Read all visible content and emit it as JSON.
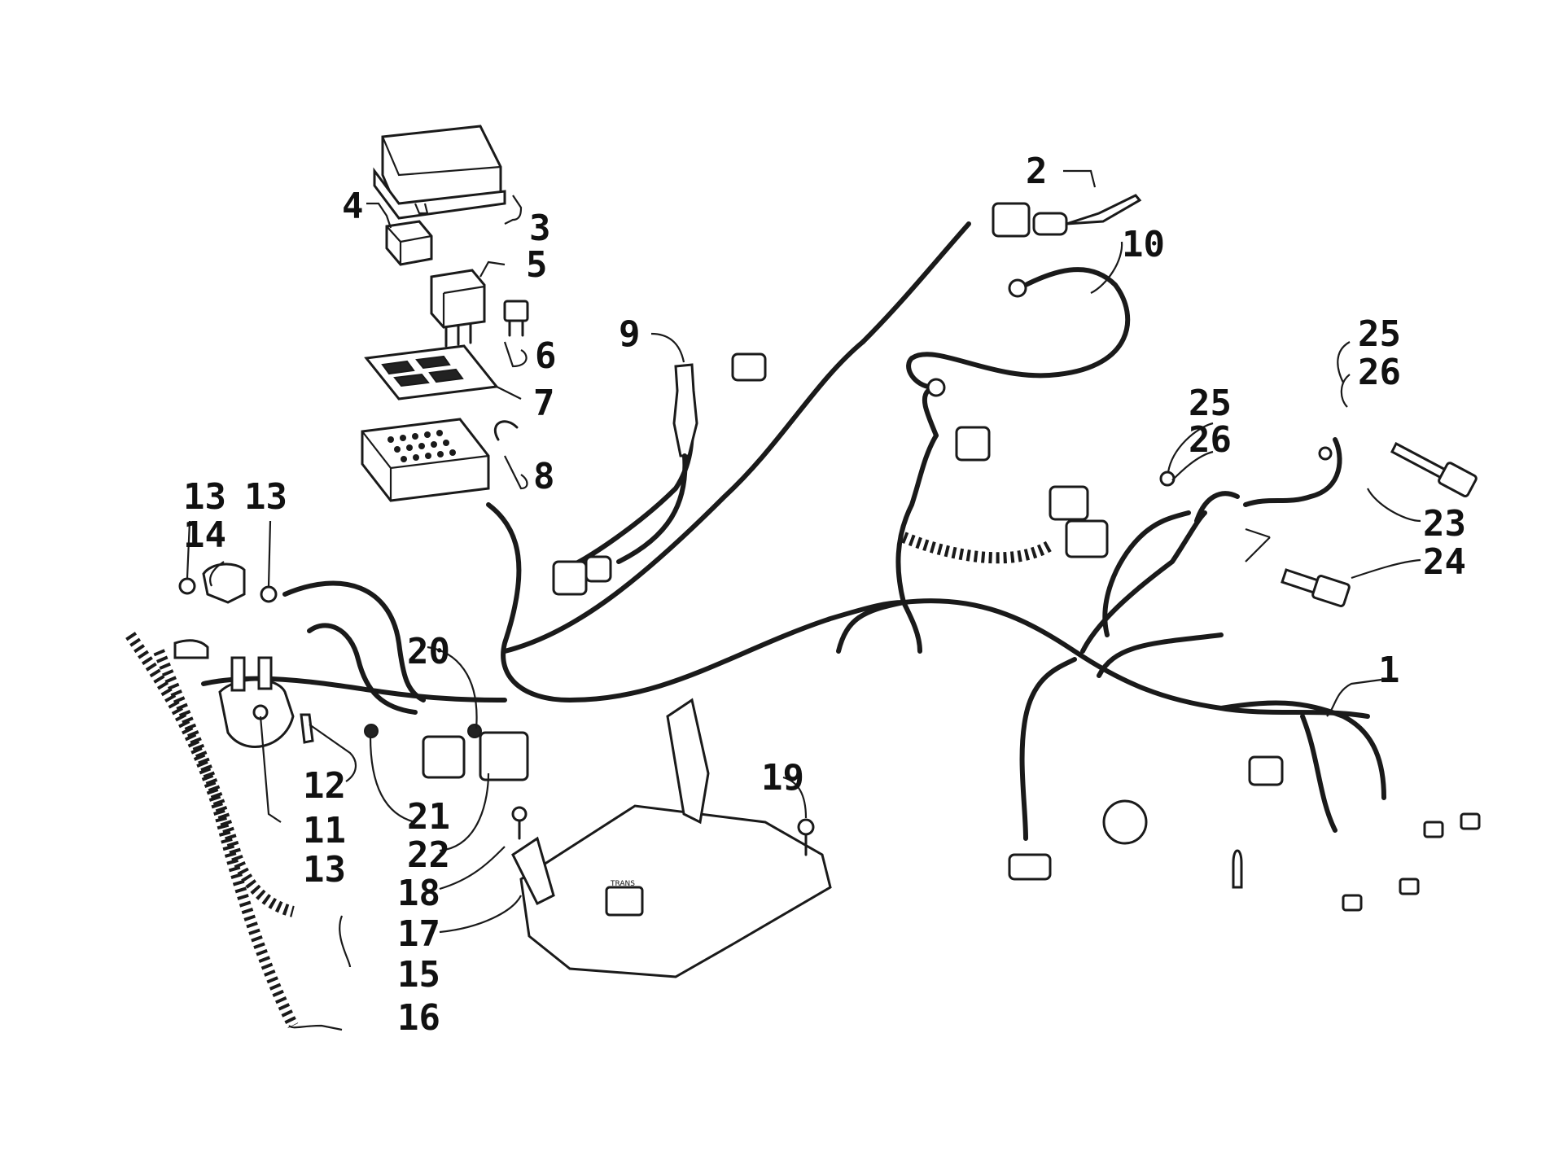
{
  "callouts": [
    {
      "id": "c1",
      "label": "1"
    },
    {
      "id": "c2",
      "label": "2"
    },
    {
      "id": "c3",
      "label": "3"
    },
    {
      "id": "c4",
      "label": "4"
    },
    {
      "id": "c5",
      "label": "5"
    },
    {
      "id": "c6",
      "label": "6"
    },
    {
      "id": "c7",
      "label": "7"
    },
    {
      "id": "c8",
      "label": "8"
    },
    {
      "id": "c9",
      "label": "9"
    },
    {
      "id": "c10",
      "label": "10"
    },
    {
      "id": "c11",
      "label": "11"
    },
    {
      "id": "c12",
      "label": "12"
    },
    {
      "id": "c13a",
      "label": "13"
    },
    {
      "id": "c13b",
      "label": "13"
    },
    {
      "id": "c13c",
      "label": "13"
    },
    {
      "id": "c14",
      "label": "14"
    },
    {
      "id": "c15",
      "label": "15"
    },
    {
      "id": "c16",
      "label": "16"
    },
    {
      "id": "c17",
      "label": "17"
    },
    {
      "id": "c18",
      "label": "18"
    },
    {
      "id": "c19",
      "label": "19"
    },
    {
      "id": "c20",
      "label": "20"
    },
    {
      "id": "c21",
      "label": "21"
    },
    {
      "id": "c22",
      "label": "22"
    },
    {
      "id": "c23",
      "label": "23"
    },
    {
      "id": "c24",
      "label": "24"
    },
    {
      "id": "c25a",
      "label": "25"
    },
    {
      "id": "c25b",
      "label": "25"
    },
    {
      "id": "c26a",
      "label": "26"
    },
    {
      "id": "c26b",
      "label": "26"
    }
  ],
  "plate_decal": "TRANS"
}
